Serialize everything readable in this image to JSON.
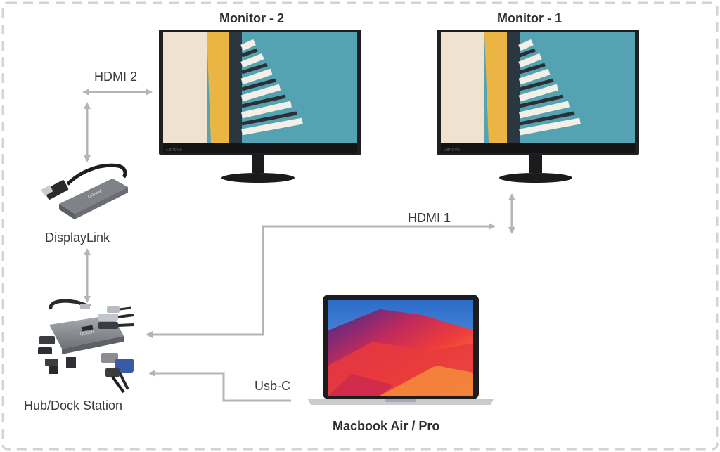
{
  "title_monitor_2": "Monitor - 2",
  "title_monitor_1": "Monitor - 1",
  "label_hdmi_2": "HDMI 2",
  "label_hdmi_1": "HDMI 1",
  "label_displaylink": "DisplayLink",
  "label_hub": "Hub/Dock Station",
  "label_usbc": "Usb-C",
  "label_macbook": "Macbook Air / Pro",
  "monitor_brand": "Lenovo",
  "adapter_brand": "QGeeM",
  "colors": {
    "frame_border": "#d8d2cc",
    "arrow": "#b5b5b5",
    "bezel": "#1f1f21",
    "sky": "#55a3b2",
    "building_wall": "#f1e6d4",
    "accent_yellow": "#eab543",
    "laptop_body": "#c9cccf",
    "macos_red": "#e0323b",
    "macos_orange": "#f07a3a",
    "macos_purple": "#5a3fa3",
    "hub_gray": "#8b8f94"
  }
}
